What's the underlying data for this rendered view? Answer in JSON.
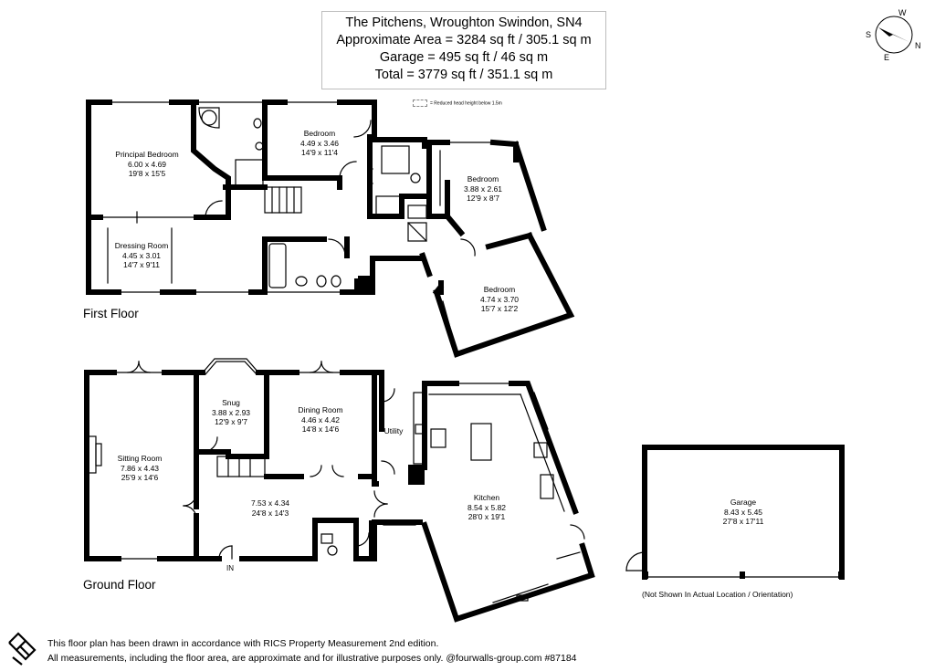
{
  "header": {
    "line1": "The Pitchens, Wroughton Swindon, SN4",
    "line2": "Approximate Area = 3284 sq ft / 305.1 sq m",
    "line3": "Garage = 495 sq ft / 46 sq m",
    "line4": "Total = 3779 sq ft / 351.1 sq m"
  },
  "legend": {
    "text": "= Reduced head height below 1.5m"
  },
  "compass": {
    "w": "W",
    "n": "N",
    "e": "E",
    "s": "S"
  },
  "floors": {
    "first": "First Floor",
    "ground": "Ground Floor"
  },
  "rooms": {
    "principal_bedroom": {
      "name": "Principal Bedroom",
      "metric": "6.00 x 4.69",
      "imperial": "19'8 x 15'5"
    },
    "bedroom_top": {
      "name": "Bedroom",
      "metric": "4.49 x 3.46",
      "imperial": "14'9 x 11'4"
    },
    "bedroom_right": {
      "name": "Bedroom",
      "metric": "3.88 x 2.61",
      "imperial": "12'9 x 8'7"
    },
    "bedroom_lower": {
      "name": "Bedroom",
      "metric": "4.74 x 3.70",
      "imperial": "15'7 x 12'2"
    },
    "dressing_room": {
      "name": "Dressing Room",
      "metric": "4.45 x 3.01",
      "imperial": "14'7 x 9'11"
    },
    "snug": {
      "name": "Snug",
      "metric": "3.88 x 2.93",
      "imperial": "12'9 x 9'7"
    },
    "dining_room": {
      "name": "Dining Room",
      "metric": "4.46 x 4.42",
      "imperial": "14'8 x 14'6"
    },
    "utility": {
      "name": "Utility"
    },
    "sitting_room": {
      "name": "Sitting Room",
      "metric": "7.86 x 4.43",
      "imperial": "25'9 x 14'6"
    },
    "hall": {
      "metric": "7.53 x 4.34",
      "imperial": "24'8 x 14'3"
    },
    "kitchen": {
      "name": "Kitchen",
      "metric": "8.54 x 5.82",
      "imperial": "28'0 x 19'1"
    },
    "garage": {
      "name": "Garage",
      "metric": "8.43 x 5.45",
      "imperial": "27'8 x 17'11"
    }
  },
  "in_label": "IN",
  "garage_note": "(Not Shown In Actual Location / Orientation)",
  "footer": {
    "line1": "This floor plan has been drawn in accordance with RICS Property Measurement 2nd edition.",
    "line2": "All measurements, including the floor area, are approximate and for illustrative purposes only. @fourwalls-group.com #87184"
  }
}
